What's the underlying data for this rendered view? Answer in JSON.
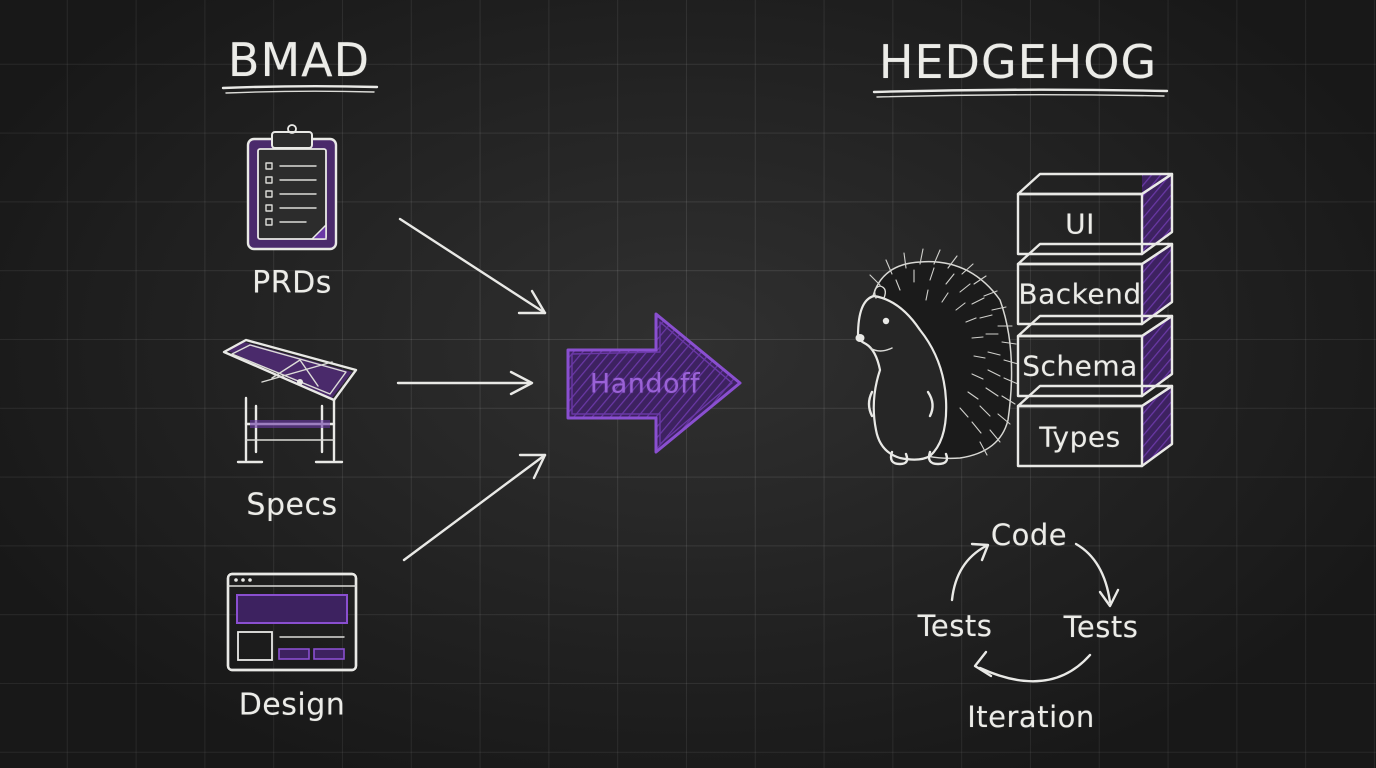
{
  "left_section": {
    "title": "BMAD",
    "items": [
      {
        "label": "PRDs",
        "icon": "clipboard-icon"
      },
      {
        "label": "Specs",
        "icon": "drafting-table-icon"
      },
      {
        "label": "Design",
        "icon": "wireframe-window-icon"
      }
    ]
  },
  "center": {
    "handoff_label": "Handoff"
  },
  "right_section": {
    "title": "HEDGEHOG",
    "mascot_icon": "hedgehog-icon",
    "layers": [
      "UI",
      "Backend",
      "Schema",
      "Types"
    ],
    "cycle": {
      "top": "Code",
      "left": "Tests",
      "right": "Tests",
      "bottom": "Iteration"
    }
  },
  "colors": {
    "background": "#252525",
    "chalk": "#e9e9e6",
    "accent_purple": "#7a3fbf",
    "accent_purple_dark": "#4a2a6b"
  }
}
